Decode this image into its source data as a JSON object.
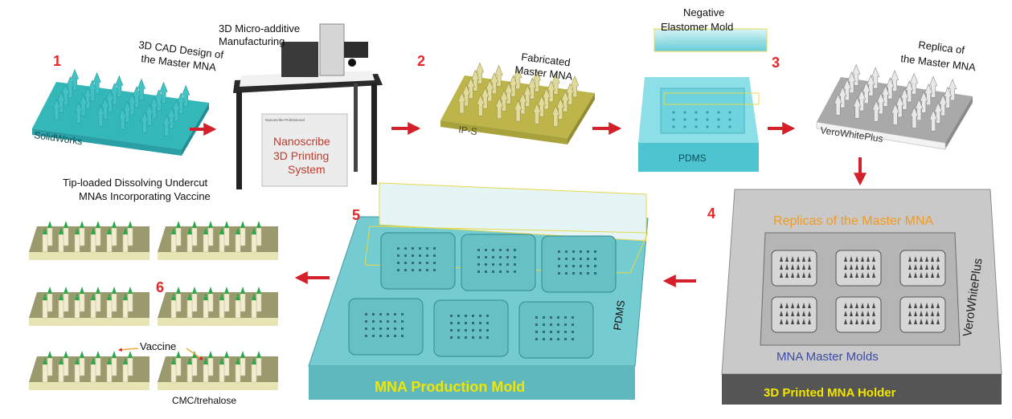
{
  "steps": [
    {
      "number": "1",
      "title_line1": "3D CAD Design of",
      "title_line2": "the Master MNA",
      "base_label": "SolidWorks"
    },
    {
      "title_line1": "3D Micro-additive",
      "title_line2": "Manufacturing",
      "box_line1": "Nanoscribe",
      "box_line2": "3D Printing",
      "box_line3": "System",
      "sticker": "Nanoscribe Professional"
    },
    {
      "number": "2",
      "title_line1": "Fabricated",
      "title_line2": "Master MNA",
      "base_label": "IP-S"
    },
    {
      "number": "3",
      "title_line1": "Negative",
      "title_line2": "Elastomer Mold",
      "base_label": "PDMS"
    },
    {
      "title_line1": "Replica of",
      "title_line2": "the Master MNA",
      "base_label": "VeroWhitePlus"
    },
    {
      "number": "4",
      "title": "Replicas of the Master MNA",
      "side_label": "VeroWhitePlus",
      "molds_label": "MNA Master Molds",
      "holder_label": "3D Printed MNA Holder"
    },
    {
      "number": "5",
      "side_label": "PDMS",
      "title": "MNA Production Mold"
    },
    {
      "number": "6",
      "title_line1": "Tip-loaded  Dissolving Undercut",
      "title_line2": "MNAs Incorporating Vaccine",
      "vaccine_label": "Vaccine",
      "base_label": "CMC/trehalose"
    }
  ],
  "colors": {
    "step_number": "#e8262a",
    "arrow": "#d4202a",
    "cad": "#34b7b7",
    "fabricated": "#bdb54a",
    "pdms_mold": "#5fd0dc",
    "replica": "#a9a9a9",
    "holder": "#c2c2c2",
    "production_mold": "#74ccd0",
    "patch": "#9a9a6e",
    "orange_text": "#f29a1e",
    "blue_text": "#3b4aa8",
    "yellow_text": "#f2e600",
    "nanoscribe_text": "#c0392b"
  }
}
